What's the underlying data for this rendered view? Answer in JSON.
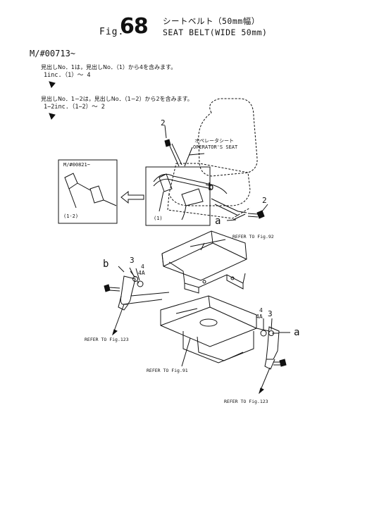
{
  "header": {
    "fig_prefix": "Fig.",
    "fig_number": "68",
    "title_ja": "シートベルト（50mm幅）",
    "title_en": "SEAT BELT(WIDE 50mm)"
  },
  "serial_main": "M/#00713~",
  "notes": [
    {
      "ja": "見出しNo．1は，見出しNo．（1）から4を含みます。",
      "en": "1inc.（1）～ 4"
    },
    {
      "ja": "見出しNo．1−2は，見出しNo．（1−2）から2を含みます。",
      "en": "1−2inc.（1−2）～ 2"
    }
  ],
  "inset_left": {
    "serial": "M/#00821~",
    "part_label": "(1-2)"
  },
  "inset_center": {
    "part_label": "(1)"
  },
  "callouts": {
    "seat_ja": "オペレータシート",
    "seat_en": "OPERATOR'S SEAT",
    "bolt_top": "2",
    "bolt_right": "2",
    "letter_a": "a",
    "letter_b": "b",
    "num_3": "3",
    "num_4": "4",
    "num_4a": "4A",
    "refer_92": "REFER TO Fig.92",
    "refer_91": "REFER TO Fig.91",
    "refer_123": "REFER TO Fig.123"
  }
}
